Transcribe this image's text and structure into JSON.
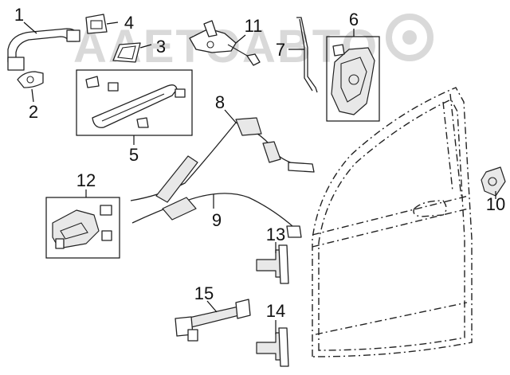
{
  "watermark": {
    "text": "AAETOABTO"
  },
  "callouts": [
    {
      "id": "1",
      "label": "1"
    },
    {
      "id": "2",
      "label": "2"
    },
    {
      "id": "3",
      "label": "3"
    },
    {
      "id": "4",
      "label": "4"
    },
    {
      "id": "5",
      "label": "5"
    },
    {
      "id": "6",
      "label": "6"
    },
    {
      "id": "7",
      "label": "7"
    },
    {
      "id": "8",
      "label": "8"
    },
    {
      "id": "9",
      "label": "9"
    },
    {
      "id": "10",
      "label": "10"
    },
    {
      "id": "11",
      "label": "11"
    },
    {
      "id": "12",
      "label": "12"
    },
    {
      "id": "13",
      "label": "13"
    },
    {
      "id": "14",
      "label": "14"
    },
    {
      "id": "15",
      "label": "15"
    }
  ]
}
